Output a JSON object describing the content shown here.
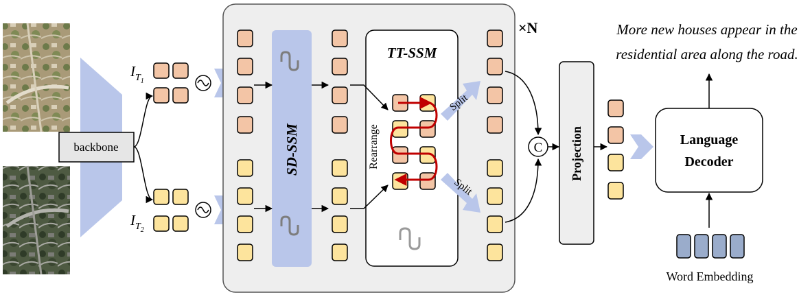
{
  "backbone": {
    "label": "backbone"
  },
  "features": {
    "t1": {
      "base": "I",
      "sub": "T",
      "subsub": "1"
    },
    "t2": {
      "base": "I",
      "sub": "T",
      "subsub": "2"
    }
  },
  "sd_ssm": {
    "label": "SD-SSM"
  },
  "tt_ssm": {
    "title": "TT-SSM",
    "rearrange": "Rearrange",
    "split_top": "Split",
    "split_bottom": "Split"
  },
  "repeat": {
    "label": "×N"
  },
  "concat": {
    "symbol": "C"
  },
  "projection": {
    "label": "Projection"
  },
  "decoder": {
    "line1": "Language",
    "line2": "Decoder"
  },
  "word_embedding": {
    "label": "Word Embedding"
  },
  "caption": {
    "line1": "More new houses appear in the",
    "line2": "residential area along the road."
  },
  "colors": {
    "orange_token": "#f3c5a6",
    "yellow_token": "#fde49d",
    "blue_token": "#9aaccb",
    "pale_blue": "#b9c6ea",
    "panel_gray": "#eeeeee",
    "red_path": "#c00000"
  }
}
